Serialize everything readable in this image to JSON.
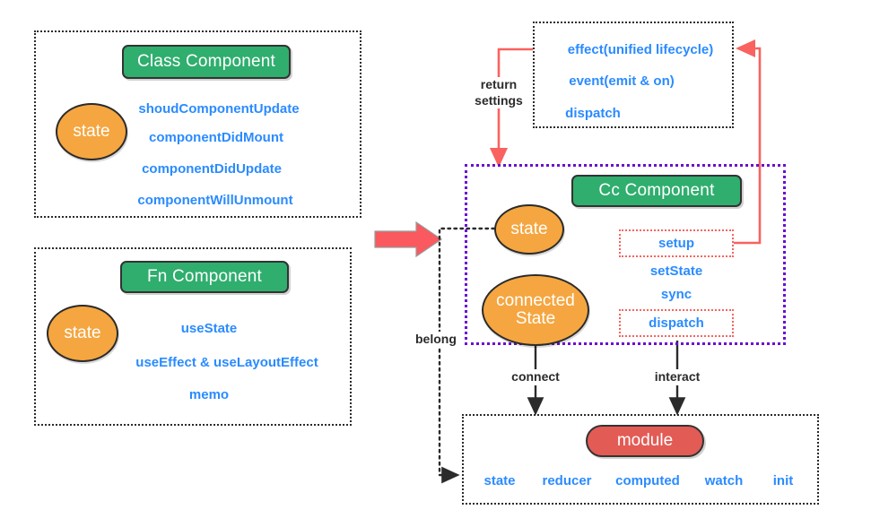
{
  "colors": {
    "blue_text": "#2a8bff",
    "green_pill": "#2fae6e",
    "orange_ellipse": "#f5a640",
    "red_pill": "#e35b55",
    "red_arrow": "#f9625f",
    "purple_border": "#6a0dd0",
    "black_dotted": "#2b2b2b"
  },
  "class_component": {
    "title": "Class Component",
    "state_label": "state",
    "api": [
      "shoudComponentUpdate",
      "componentDidMount",
      "componentDidUpdate",
      "componentWillUnmount"
    ]
  },
  "fn_component": {
    "title": "Fn  Component",
    "state_label": "state",
    "api": [
      "useState",
      "useEffect & useLayoutEffect",
      "memo"
    ]
  },
  "effect_box": {
    "items": [
      "effect(unified lifecycle)",
      "event(emit & on)",
      "dispatch"
    ]
  },
  "cc_component": {
    "title": "Cc Component",
    "state_label": "state",
    "connected_state_label_line1": "connected",
    "connected_state_label_line2": "State",
    "api": [
      {
        "label": "setup",
        "boxed": true
      },
      {
        "label": "setState",
        "boxed": false
      },
      {
        "label": "sync",
        "boxed": false
      },
      {
        "label": "dispatch",
        "boxed": true
      }
    ]
  },
  "module_box": {
    "pill_label": "module",
    "items": [
      "state",
      "reducer",
      "computed",
      "watch",
      "init"
    ]
  },
  "edge_labels": {
    "return_settings_line1": "return",
    "return_settings_line2": "settings",
    "belong": "belong",
    "connect": "connect",
    "interact": "interact"
  }
}
